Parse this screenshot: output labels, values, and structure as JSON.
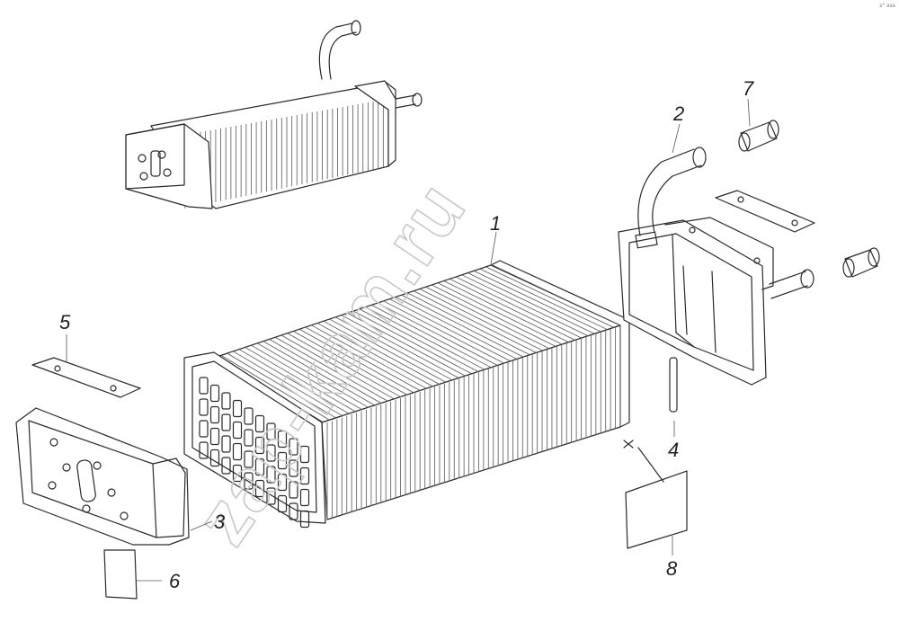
{
  "watermark": "zap-kam.ru",
  "corner_mark": "з° эээ",
  "callouts": [
    {
      "id": "callout-1",
      "label": "1"
    },
    {
      "id": "callout-2",
      "label": "2"
    },
    {
      "id": "callout-3",
      "label": "3"
    },
    {
      "id": "callout-4",
      "label": "4"
    },
    {
      "id": "callout-5",
      "label": "5"
    },
    {
      "id": "callout-6",
      "label": "6"
    },
    {
      "id": "callout-7",
      "label": "7"
    },
    {
      "id": "callout-8",
      "label": "8"
    }
  ]
}
